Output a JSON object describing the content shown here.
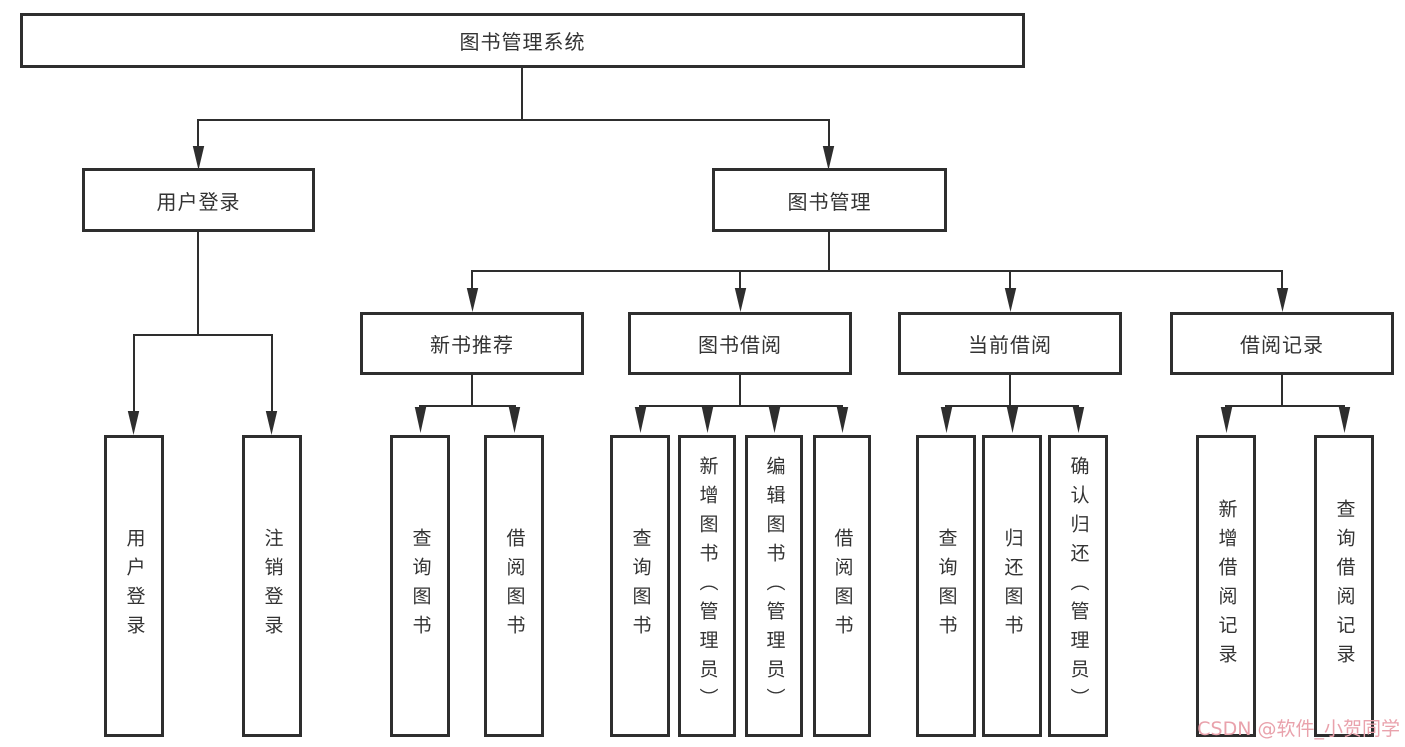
{
  "tree": {
    "root": "图书管理系统",
    "branches": [
      {
        "label": "用户登录",
        "children": [
          "用户登录",
          "注销登录"
        ]
      },
      {
        "label": "图书管理",
        "groups": [
          {
            "label": "新书推荐",
            "children": [
              "查询图书",
              "借阅图书"
            ]
          },
          {
            "label": "图书借阅",
            "children": [
              "查询图书",
              "新增图书（管理员）",
              "编辑图书（管理员）",
              "借阅图书"
            ]
          },
          {
            "label": "当前借阅",
            "children": [
              "查询图书",
              "归还图书",
              "确认归还（管理员）"
            ]
          },
          {
            "label": "借阅记录",
            "children": [
              "新增借阅记录",
              "查询借阅记录"
            ]
          }
        ]
      }
    ]
  },
  "watermark": {
    "text": "CSDN @软件_小贺同学"
  },
  "colors": {
    "line": "#2e2e2e",
    "text": "#333333",
    "watermark": "#e9a2ac",
    "background": "#ffffff"
  }
}
